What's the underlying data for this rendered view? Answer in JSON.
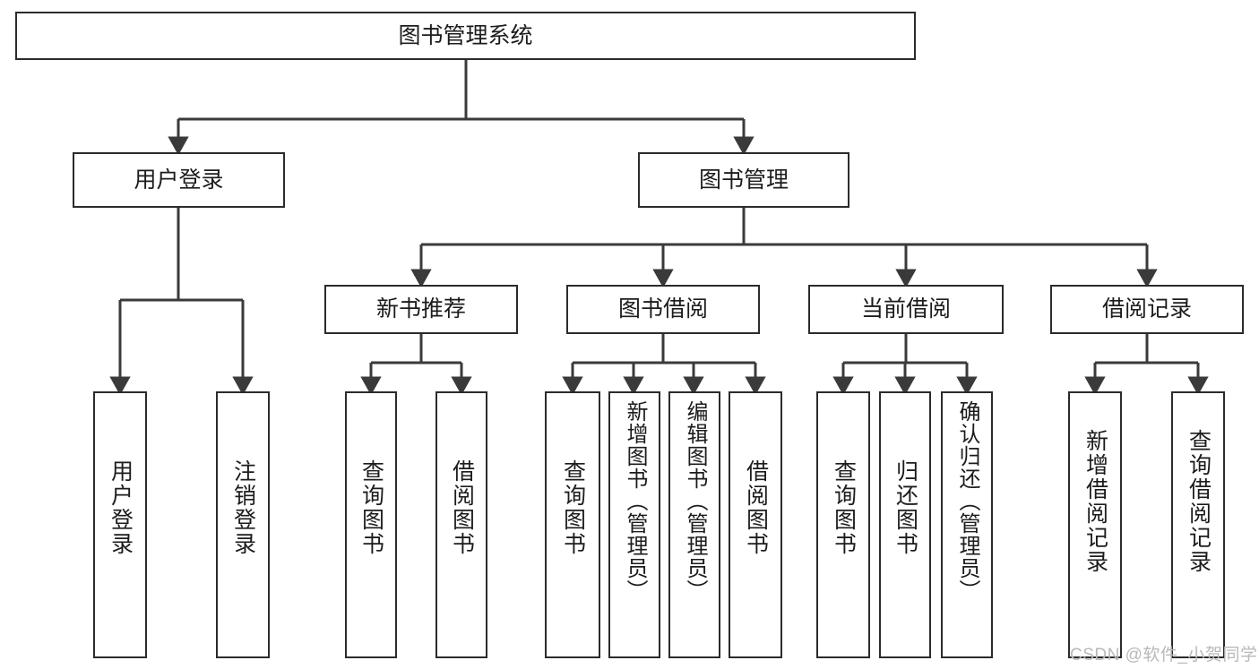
{
  "diagram": {
    "type": "tree-hierarchy",
    "title": "图书管理系统",
    "nodes": {
      "root": {
        "label": "图书管理系统",
        "orientation": "horizontal"
      },
      "login": {
        "label": "用户登录",
        "orientation": "horizontal"
      },
      "bookmgmt": {
        "label": "图书管理",
        "orientation": "horizontal"
      },
      "newbook": {
        "label": "新书推荐",
        "orientation": "horizontal"
      },
      "borrow": {
        "label": "图书借阅",
        "orientation": "horizontal"
      },
      "current": {
        "label": "当前借阅",
        "orientation": "horizontal"
      },
      "records": {
        "label": "借阅记录",
        "orientation": "horizontal"
      },
      "leaf_user_login": {
        "label": "用户登录",
        "orientation": "vertical"
      },
      "leaf_user_logout": {
        "label": "注销登录",
        "orientation": "vertical"
      },
      "leaf_nb_query": {
        "label": "查询图书",
        "orientation": "vertical"
      },
      "leaf_nb_borrow": {
        "label": "借阅图书",
        "orientation": "vertical"
      },
      "leaf_bo_query": {
        "label": "查询图书",
        "orientation": "vertical"
      },
      "leaf_bo_add": {
        "label": "新增图书（管理员）",
        "orientation": "vertical"
      },
      "leaf_bo_edit": {
        "label": "编辑图书（管理员）",
        "orientation": "vertical"
      },
      "leaf_bo_borrow": {
        "label": "借阅图书",
        "orientation": "vertical"
      },
      "leaf_cu_query": {
        "label": "查询图书",
        "orientation": "vertical"
      },
      "leaf_cu_return": {
        "label": "归还图书",
        "orientation": "vertical"
      },
      "leaf_cu_confirm": {
        "label": "确认归还（管理员）",
        "orientation": "vertical"
      },
      "leaf_rc_add": {
        "label": "新增借阅记录",
        "orientation": "vertical"
      },
      "leaf_rc_query": {
        "label": "查询借阅记录",
        "orientation": "vertical"
      }
    },
    "colors": {
      "box_border": "#2b2b2b",
      "box_fill": "#ffffff",
      "connector": "#3a3a3a",
      "text": "#1c1c1c",
      "watermark": "#b9b9b9",
      "background": "#ffffff"
    }
  },
  "watermark": {
    "text": "CSDN @软件_小贺同学"
  }
}
